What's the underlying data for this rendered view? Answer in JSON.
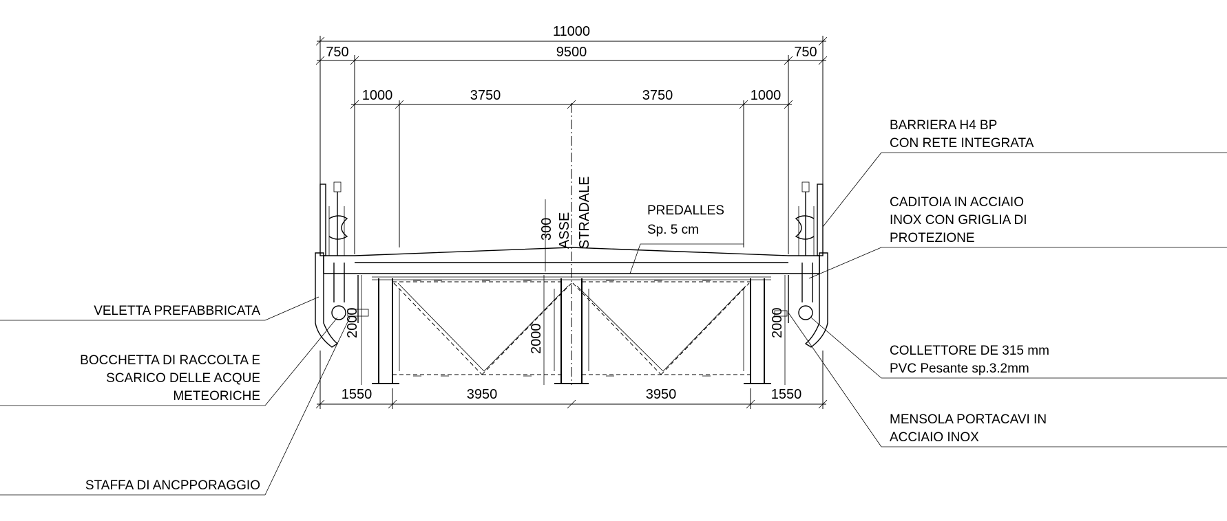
{
  "dimensions": {
    "total_width": "11000",
    "carriageway": "9500",
    "left_kerb": "750",
    "right_kerb": "750",
    "left_shoulder": "1000",
    "left_lane": "3750",
    "right_lane": "3750",
    "right_shoulder": "1000",
    "crossfall": "300",
    "beam_depth_left": "2000",
    "beam_depth_center": "2000",
    "beam_depth_right": "2000",
    "bottom_left_overhang": "1550",
    "bottom_left_bay": "3950",
    "bottom_right_bay": "3950",
    "bottom_right_overhang": "1550"
  },
  "axis": {
    "line1": "ASSE",
    "line2": "STRADALE"
  },
  "labels": {
    "predalles_1": "PREDALLES",
    "predalles_2": "Sp. 5 cm",
    "barriera_1": "BARRIERA H4 BP",
    "barriera_2": "CON RETE INTEGRATA",
    "caditoia_1": "CADITOIA IN ACCIAIO",
    "caditoia_2": "INOX CON GRIGLIA DI",
    "caditoia_3": "PROTEZIONE",
    "collettore_1": "COLLETTORE DE 315 mm",
    "collettore_2": "PVC Pesante sp.3.2mm",
    "mensola_1": "MENSOLA PORTACAVI IN",
    "mensola_2": "ACCIAIO INOX",
    "veletta": "VELETTA PREFABBRICATA",
    "bocchetta_1": "BOCCHETTA DI RACCOLTA E",
    "bocchetta_2": "SCARICO DELLE ACQUE",
    "bocchetta_3": "METEORICHE",
    "staffa": "STAFFA DI ANCPPORAGGIO"
  }
}
